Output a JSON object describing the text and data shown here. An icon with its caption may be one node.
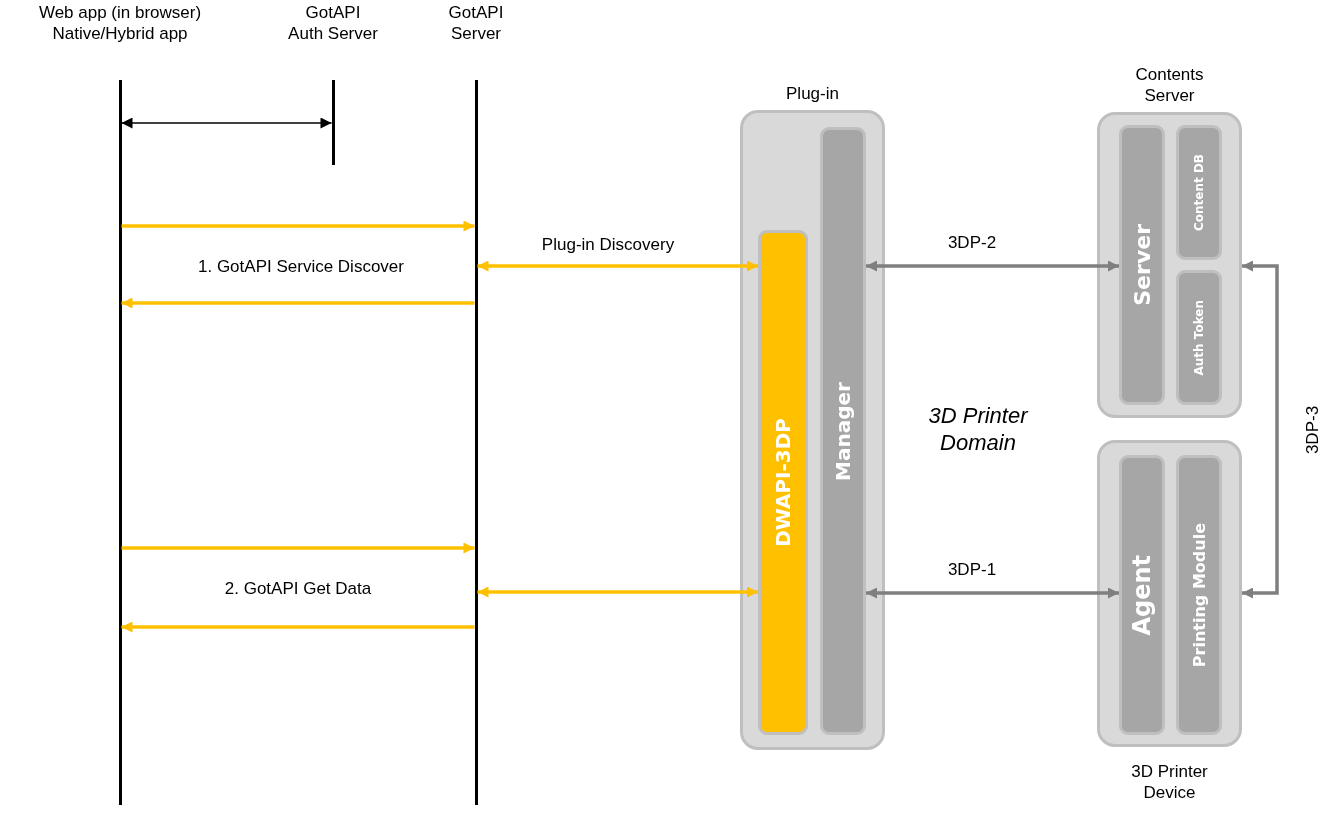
{
  "diagram": {
    "nodes": [
      {
        "text": [
          "Web app (in browser) Native/Hybrid app"
        ]
      },
      {
        "text": [
          "GotAPI Auth Server"
        ]
      },
      {
        "text": [
          "GotAPI Server"
        ]
      },
      {
        "text": [
          "Plug-in"
        ]
      },
      {
        "text": [
          "DWAPI-3DP"
        ],
        "in": 3
      },
      {
        "text": [
          "Manager"
        ],
        "in": 3
      },
      {
        "text": [
          "Contents Server"
        ]
      },
      {
        "text": [
          "Server"
        ],
        "in": 6
      },
      {
        "text": [
          "Content DB"
        ],
        "in": 6
      },
      {
        "text": [
          "Auth Token"
        ],
        "in": 6
      },
      {
        "text": [
          "3D Printer Device"
        ]
      },
      {
        "text": [
          "Agent"
        ],
        "in": 10
      },
      {
        "text": [
          "Printing Module"
        ],
        "in": 10
      }
    ],
    "edges": [
      {
        "from": 0,
        "to": 1,
        "arrow": "both",
        "color": "#000000"
      },
      {
        "from": 0,
        "to": 2,
        "arrow": "to"
      },
      {
        "from": 2,
        "to": 0,
        "arrow": "to"
      },
      {
        "from": 2,
        "to": 4,
        "arrow": "both",
        "label": "Plug-in Discovery"
      },
      {
        "from": 0,
        "to": 2,
        "arrow": "to"
      },
      {
        "from": 2,
        "to": 0,
        "arrow": "to"
      },
      {
        "from": 2,
        "to": 4,
        "arrow": "both"
      },
      {
        "from": 5,
        "to": 7,
        "arrow": "both",
        "label": "3DP-2",
        "color": "#7f7f7f"
      },
      {
        "from": 5,
        "to": 11,
        "arrow": "both",
        "label": "3DP-1",
        "color": "#7f7f7f"
      },
      {
        "from": 6,
        "to": 10,
        "arrow": "both",
        "label": "3DP-3",
        "color": "#7f7f7f"
      }
    ],
    "labels": [
      "1. GotAPI Service Discover",
      "3D Printer Domain",
      "2. GotAPI Get Data"
    ]
  }
}
